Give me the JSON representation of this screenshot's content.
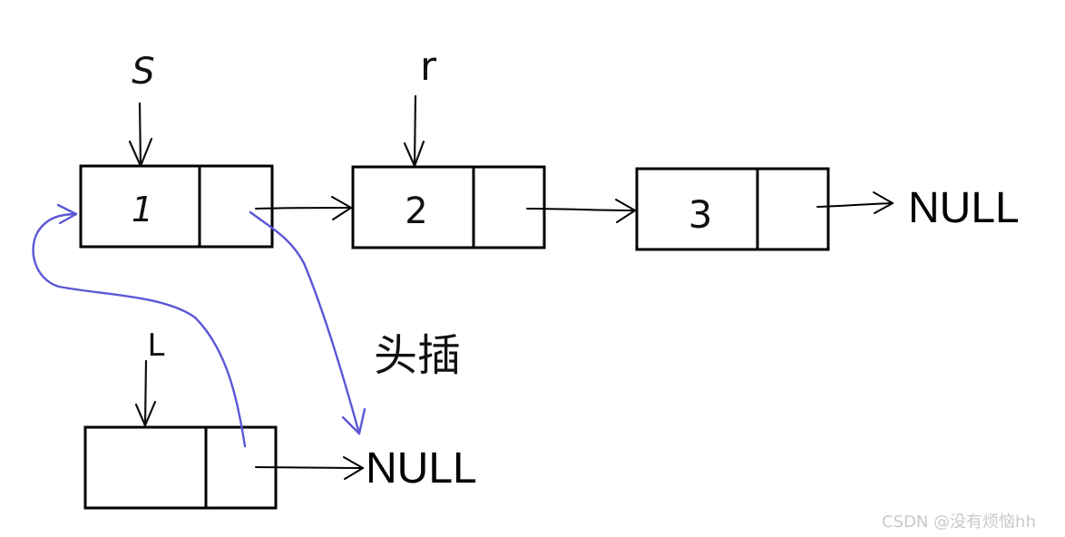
{
  "pointer_labels": {
    "s": "S",
    "r": "r",
    "l": "L"
  },
  "nodes": [
    {
      "value": "1"
    },
    {
      "value": "2"
    },
    {
      "value": "3"
    },
    {
      "value": ""
    }
  ],
  "null_top": "NULL",
  "null_bottom": "NULL",
  "operation_label": "头插",
  "watermark": "CSDN @没有烦恼hh",
  "colors": {
    "ink": "#000000",
    "annotation": "#5b57d6"
  }
}
